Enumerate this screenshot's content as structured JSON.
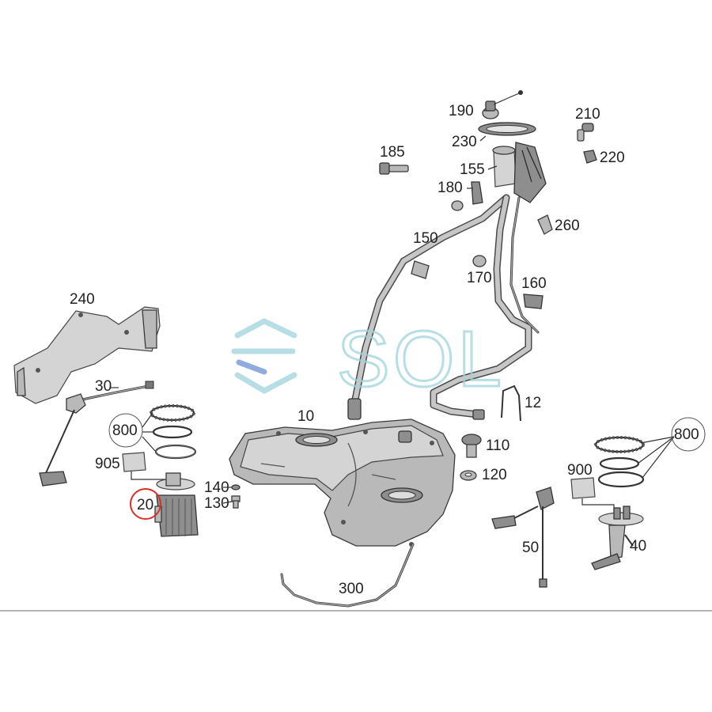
{
  "watermark": {
    "text": "SOL",
    "color": "#9fd3dd",
    "accent_color": "#6b8fd6"
  },
  "labels": {
    "p240": "240",
    "p30": "30",
    "p800_left": "800",
    "p905": "905",
    "p20": "20",
    "p140": "140",
    "p130": "130",
    "p10": "10",
    "p300": "300",
    "p190": "190",
    "p230": "230",
    "p185": "185",
    "p155": "155",
    "p180": "180",
    "p150": "150",
    "p210": "210",
    "p220": "220",
    "p260": "260",
    "p170": "170",
    "p160": "160",
    "p12": "12",
    "p110": "110",
    "p120": "120",
    "p900": "900",
    "p800_right": "800",
    "p50": "50",
    "p40": "40"
  },
  "highlight": {
    "part": "20",
    "color": "#d9302b"
  }
}
